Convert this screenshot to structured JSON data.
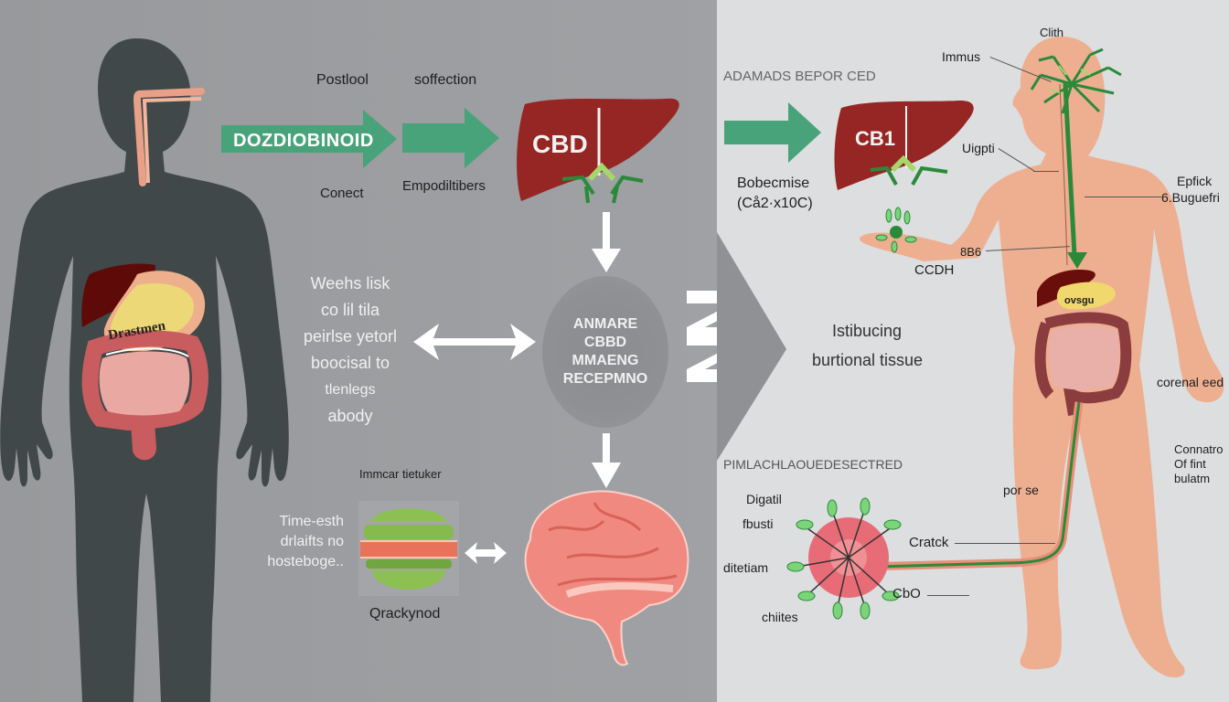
{
  "colors": {
    "background_left": "#9a9c9f",
    "background_right": "#dcdee0",
    "silhouette": "#41484a",
    "arrow_green": "#48a27a",
    "liver_red": "#962624",
    "skin": "#eeaf90",
    "brain_pink": "#f08a80",
    "nerve_green": "#2a8a3a"
  },
  "left_panel": {
    "top_labels": {
      "label_1": "Postlool",
      "label_2": "soffection",
      "label_3": "Conect",
      "label_4": "Empodiltibers"
    },
    "main_arrow_label": "DOZDIOBINOID",
    "organ_label": "Drastmen",
    "liver_label": "CBD",
    "side_paragraph": [
      "Weehs lisk",
      "co lil tila",
      "peirlse yetorl",
      "boocisal to",
      "tlenlegs",
      "abody"
    ],
    "bottom_paragraph": [
      "Time-esth",
      "drlaifts no",
      "hostebogе.."
    ],
    "receptor_title": "Immcar tietuker",
    "receptor_caption": "Qrackynod",
    "central_circle": [
      "ANMARE",
      "CBBD",
      "MMAENG",
      "RECEPMNO"
    ]
  },
  "right_panel": {
    "header": "ADAMADS BEPOR CED",
    "liver_label": "CB1",
    "compound_label": [
      "Bobecmise",
      "(Cå2·x10C)"
    ],
    "hand_label": "CCDH",
    "tissue_label": [
      "Istibucing",
      "burtional tissue"
    ],
    "neuron_header": "PIMLACHLAOUEDESECTRED",
    "neuron_labels": {
      "digatil": "Digatil",
      "fbusti": "fbusti",
      "ditetiam": "ditetiam",
      "chities": "chiites",
      "cratck": "Cratck",
      "cbo": "CbO"
    },
    "body_labels": {
      "head_top": "Clith",
      "immus": "Immus",
      "uigpti": "Uigpti",
      "epfick": "Epfick",
      "buguefri": "6.Buguefri",
      "sbb": "8B6",
      "organ_tag": "ovsgu",
      "corenal": "corenal eed",
      "connatro": [
        "Connatro",
        "Of fint",
        "bulatm"
      ],
      "porse": "por se"
    }
  }
}
